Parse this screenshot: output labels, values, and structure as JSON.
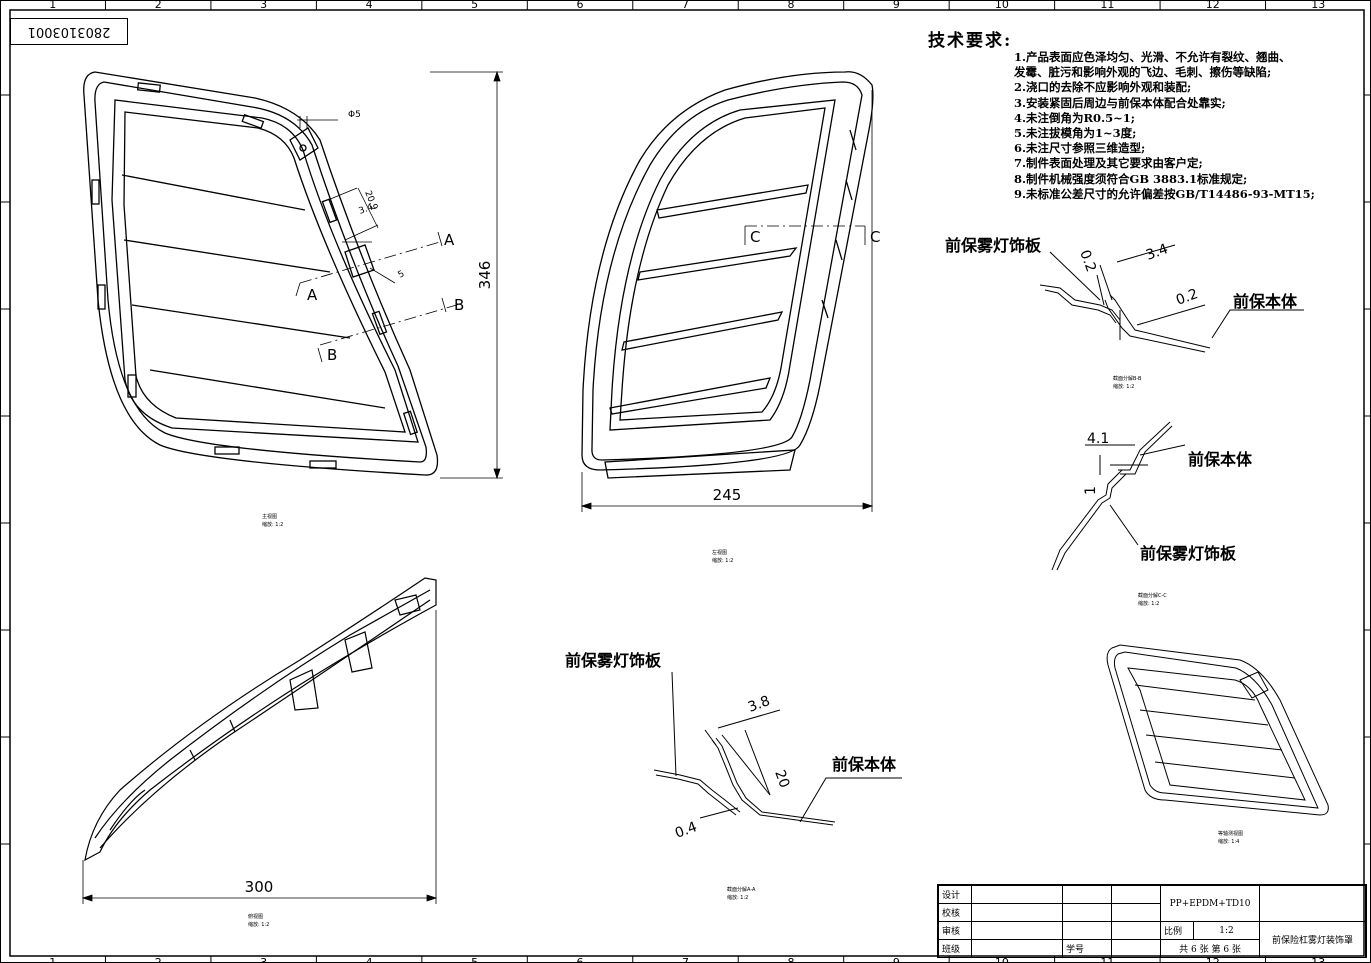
{
  "drawing": {
    "code": "2803103001",
    "border_numbers_top": [
      "1",
      "2",
      "3",
      "4",
      "5",
      "6",
      "7",
      "8",
      "9",
      "10",
      "11",
      "12",
      "13"
    ],
    "border_numbers_bottom": [
      "1",
      "2",
      "3",
      "4",
      "5",
      "6",
      "7",
      "8",
      "9",
      "10",
      "11",
      "12",
      "13"
    ]
  },
  "requirements": {
    "title": "技术要求:",
    "items": [
      "1.产品表面应色泽均匀、光滑、不允许有裂纹、翘曲、",
      "发霉、脏污和影响外观的飞边、毛刺、擦伤等缺陷;",
      "2.浇口的去除不应影响外观和装配;",
      "3.安装紧固后周边与前保本体配合处靠实;",
      "4.未注倒角为R0.5~1;",
      "5.未注拔模角为1~3度;",
      "6.未注尺寸参照三维造型;",
      "7.制件表面处理及其它要求由客户定;",
      "8.制件机械强度须符合GB 3883.1标准规定;",
      "9.未标准公差尺寸的允许偏差按GB/T14486-93-MT15;"
    ]
  },
  "views": {
    "front": {
      "dims": [
        "Φ5",
        "20.9",
        "3.4",
        "5",
        "346"
      ],
      "sections": [
        "A",
        "A",
        "B",
        "B"
      ],
      "caption": "主视图",
      "scale": "缩放: 1:2"
    },
    "left": {
      "dims": [
        "245"
      ],
      "sections": [
        "C",
        "C"
      ],
      "caption": "左视图",
      "scale": "缩放: 1:2"
    },
    "side": {
      "dims": [
        "300"
      ],
      "caption": "俯视图",
      "scale": "缩放: 1:2"
    },
    "section_bb": {
      "dims": [
        "0.2",
        "3.4",
        "0.2"
      ],
      "labels": [
        "前保雾灯饰板",
        "前保本体"
      ],
      "caption": "截面分解B-B",
      "scale": "缩放: 1:2"
    },
    "section_cc": {
      "dims": [
        "4.1",
        "1"
      ],
      "labels": [
        "前保本体",
        "前保雾灯饰板"
      ],
      "caption": "截面分解C-C",
      "scale": "缩放: 1:2"
    },
    "section_aa": {
      "dims": [
        "3.8",
        "20",
        "0.4"
      ],
      "labels": [
        "前保雾灯饰板",
        "前保本体"
      ],
      "caption": "截面分解A-A",
      "scale": "缩放: 1:2"
    },
    "iso": {
      "caption": "等轴测视图",
      "scale": "缩放: 1:4"
    }
  },
  "title_block": {
    "design": "设计",
    "check": "校核",
    "review": "审核",
    "class": "班级",
    "student_no": "学号",
    "material": "PP+EPDM+TD10",
    "scale_label": "比例",
    "scale_value": "1:2",
    "part_name": "前保险杠雾灯装饰罩",
    "sheets": "共 6 张  第 6 张"
  }
}
